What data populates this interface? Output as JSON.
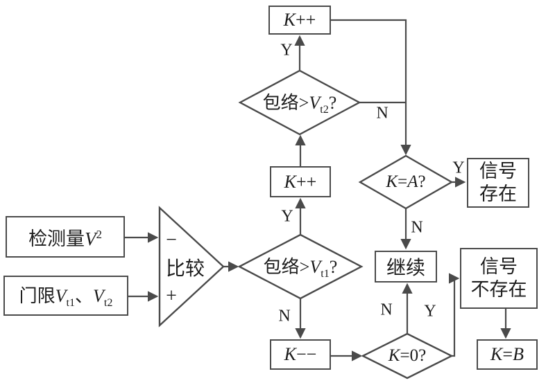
{
  "diagram": {
    "background": "#ffffff",
    "stroke_color": "#4a4a4a",
    "text_color": "#1c1c1c",
    "nodes": {
      "kpp_top": {
        "var": "K",
        "op": "++"
      },
      "env_vt2": {
        "prefix": "包络>",
        "var": "V",
        "sub": "t2",
        "suffix": "?"
      },
      "kpp_mid": {
        "var": "K",
        "op": "++"
      },
      "keqa": {
        "var": "K",
        "rest": "=",
        "var2": "A",
        "suffix": "?"
      },
      "signal_exists": {
        "line1": "信号",
        "line2": "存在"
      },
      "detect": {
        "prefix": "检测量",
        "var": "V",
        "sup": "2"
      },
      "threshold": {
        "prefix": "门限",
        "var1": "V",
        "sub1": "t1",
        "sep": "、",
        "var2": "V",
        "sub2": "t2"
      },
      "compare": {
        "label": "比较",
        "minus_input": "−",
        "plus_input": "+"
      },
      "env_vt1": {
        "prefix": "包络>",
        "var": "V",
        "sub": "t1",
        "suffix": "?"
      },
      "continue_box": {
        "label": "继续"
      },
      "signal_absent": {
        "line1": "信号",
        "line2": "不存在"
      },
      "kmm": {
        "var": "K",
        "op": "−−"
      },
      "keq0": {
        "var": "K",
        "rest": "=",
        "var2": "0",
        "suffix": "?"
      },
      "keqb": {
        "var": "K",
        "rest": "=",
        "var2": "B"
      }
    },
    "edge_labels": {
      "vt2_yes": "Y",
      "vt2_no": "N",
      "keqa_yes": "Y",
      "keqa_no": "N",
      "vt1_yes": "Y",
      "vt1_no": "N",
      "keq0_no": "N",
      "keq0_yes": "Y"
    }
  }
}
